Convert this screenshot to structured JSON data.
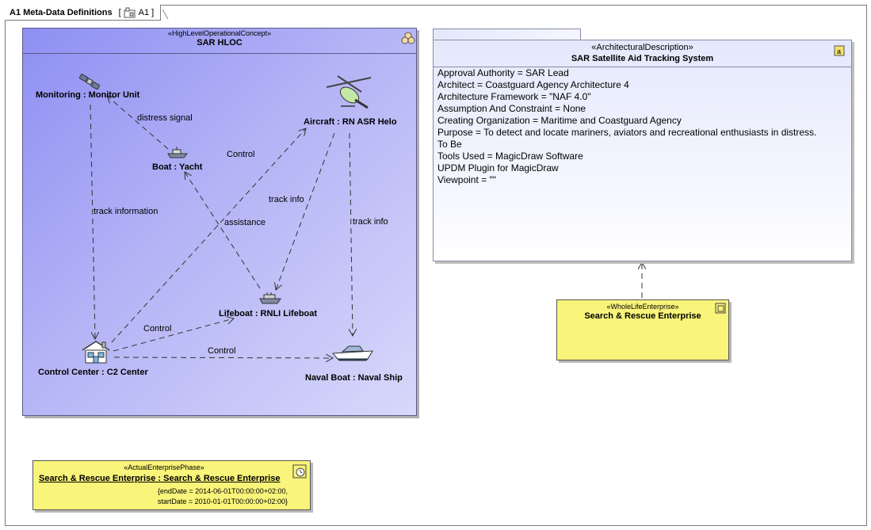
{
  "frame": {
    "title": "A1 Meta-Data Definitions",
    "ref_label": "A1"
  },
  "hloc": {
    "stereotype": "«HighLevelOperationalConcept»",
    "title": "SAR HLOC",
    "nodes": {
      "monitoring": "Monitoring : Monitor Unit",
      "boat": "Boat : Yacht",
      "aircraft": "Aircraft : RN ASR Helo",
      "lifeboat": "Lifeboat : RNLI Lifeboat",
      "control": "Control Center : C2 Center",
      "naval": "Naval Boat : Naval Ship"
    },
    "edges": {
      "distress": "distress signal",
      "control1": "Control",
      "track_information": "track information",
      "track_info1": "track info",
      "assistance": "assistance",
      "track_info2": "track info",
      "control2": "Control",
      "control3": "Control"
    },
    "icons": [
      "satellite-icon",
      "helicopter-icon",
      "yacht-icon",
      "lifeboat-icon",
      "house-icon",
      "speedboat-icon",
      "concept-icon"
    ]
  },
  "architectural_description": {
    "stereotype": "«ArchitecturalDescription»",
    "title": "SAR Satellite Aid Tracking System",
    "properties": [
      "Approval Authority = SAR Lead",
      "Architect = Coastguard Agency Architecture 4",
      "Architecture Framework = \"NAF 4.0\"",
      "Assumption And Constraint = None",
      "Creating Organization = Maritime and Coastguard Agency",
      "Purpose = To detect and locate mariners, aviators and recreational enthusiasts in distress.",
      "To Be",
      "Tools Used = MagicDraw Software",
      "UPDM Plugin for MagicDraw",
      "Viewpoint = \"\""
    ]
  },
  "whole_life_enterprise": {
    "stereotype": "«WholeLifeEnterprise»",
    "title": "Search & Rescue Enterprise"
  },
  "actual_enterprise_phase": {
    "stereotype": "«ActualEnterprisePhase»",
    "title": "Search & Rescue Enterprise : Search & Rescue Enterprise",
    "constraint_line1": "{endDate = 2014-06-01T00:00:00+02:00,",
    "constraint_line2": "startDate = 2010-01-01T00:00:00+02:00}"
  },
  "colors": {
    "hloc_fill": "#a9a9f5",
    "ad_fill": "#eef0fd",
    "enterprise_fill": "#f9f47a"
  }
}
